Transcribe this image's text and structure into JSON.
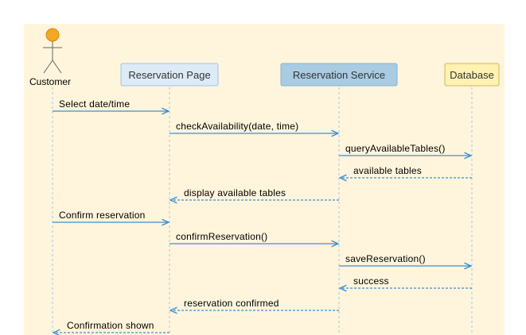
{
  "diagram": {
    "background": "#FFF5DC",
    "participants": [
      {
        "id": "customer",
        "label": "Customer",
        "kind": "actor",
        "fill": "#F5A623",
        "stroke": "#D68910"
      },
      {
        "id": "page",
        "label": "Reservation Page",
        "kind": "box",
        "fill": "#DDEBF7",
        "stroke": "#9DC3E6"
      },
      {
        "id": "service",
        "label": "Reservation Service",
        "kind": "box",
        "fill": "#A9CCE3",
        "stroke": "#7FB3D5"
      },
      {
        "id": "db",
        "label": "Database",
        "kind": "box",
        "fill": "#FFF2B2",
        "stroke": "#D6B656"
      }
    ],
    "messages": [
      {
        "from": "customer",
        "to": "page",
        "label": "Select date/time",
        "style": "solid"
      },
      {
        "from": "page",
        "to": "service",
        "label": "checkAvailability(date, time)",
        "style": "solid"
      },
      {
        "from": "service",
        "to": "db",
        "label": "queryAvailableTables()",
        "style": "solid"
      },
      {
        "from": "db",
        "to": "service",
        "label": "available tables",
        "style": "dashed"
      },
      {
        "from": "service",
        "to": "page",
        "label": "display available tables",
        "style": "dashed"
      },
      {
        "from": "customer",
        "to": "page",
        "label": "Confirm reservation",
        "style": "solid"
      },
      {
        "from": "page",
        "to": "service",
        "label": "confirmReservation()",
        "style": "solid"
      },
      {
        "from": "service",
        "to": "db",
        "label": "saveReservation()",
        "style": "solid"
      },
      {
        "from": "db",
        "to": "service",
        "label": "success",
        "style": "dashed"
      },
      {
        "from": "service",
        "to": "page",
        "label": "reservation confirmed",
        "style": "dashed"
      },
      {
        "from": "page",
        "to": "customer",
        "label": "Confirmation shown",
        "style": "dashed"
      }
    ],
    "colors": {
      "arrow": "#3A8FD6",
      "lifeline": "#A8C8E0",
      "actor_stroke": "#666666"
    }
  }
}
